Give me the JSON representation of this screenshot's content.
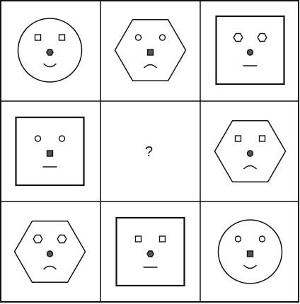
{
  "grid": {
    "rows": 3,
    "cols": 3,
    "cells": [
      {
        "outline": "circle",
        "eyes": "square",
        "nose": "hexagon",
        "mouth": "smile"
      },
      {
        "outline": "hexagon",
        "eyes": "circle",
        "nose": "square",
        "mouth": "frown"
      },
      {
        "outline": "square",
        "eyes": "hexagon",
        "nose": "circle",
        "mouth": "flat"
      },
      {
        "outline": "square",
        "eyes": "circle",
        "nose": "square",
        "mouth": "flat"
      },
      {
        "missing": true,
        "label": "?"
      },
      {
        "outline": "hexagon",
        "eyes": "square",
        "nose": "circle",
        "mouth": "frown"
      },
      {
        "outline": "hexagon",
        "eyes": "hexagon",
        "nose": "circle",
        "mouth": "frown"
      },
      {
        "outline": "square",
        "eyes": "square",
        "nose": "hexagon",
        "mouth": "flat"
      },
      {
        "outline": "circle",
        "eyes": "circle",
        "nose": "square",
        "mouth": "smile"
      }
    ]
  },
  "colors": {
    "line": "#111111",
    "nose_fill": "#555555",
    "background": "#ffffff"
  }
}
